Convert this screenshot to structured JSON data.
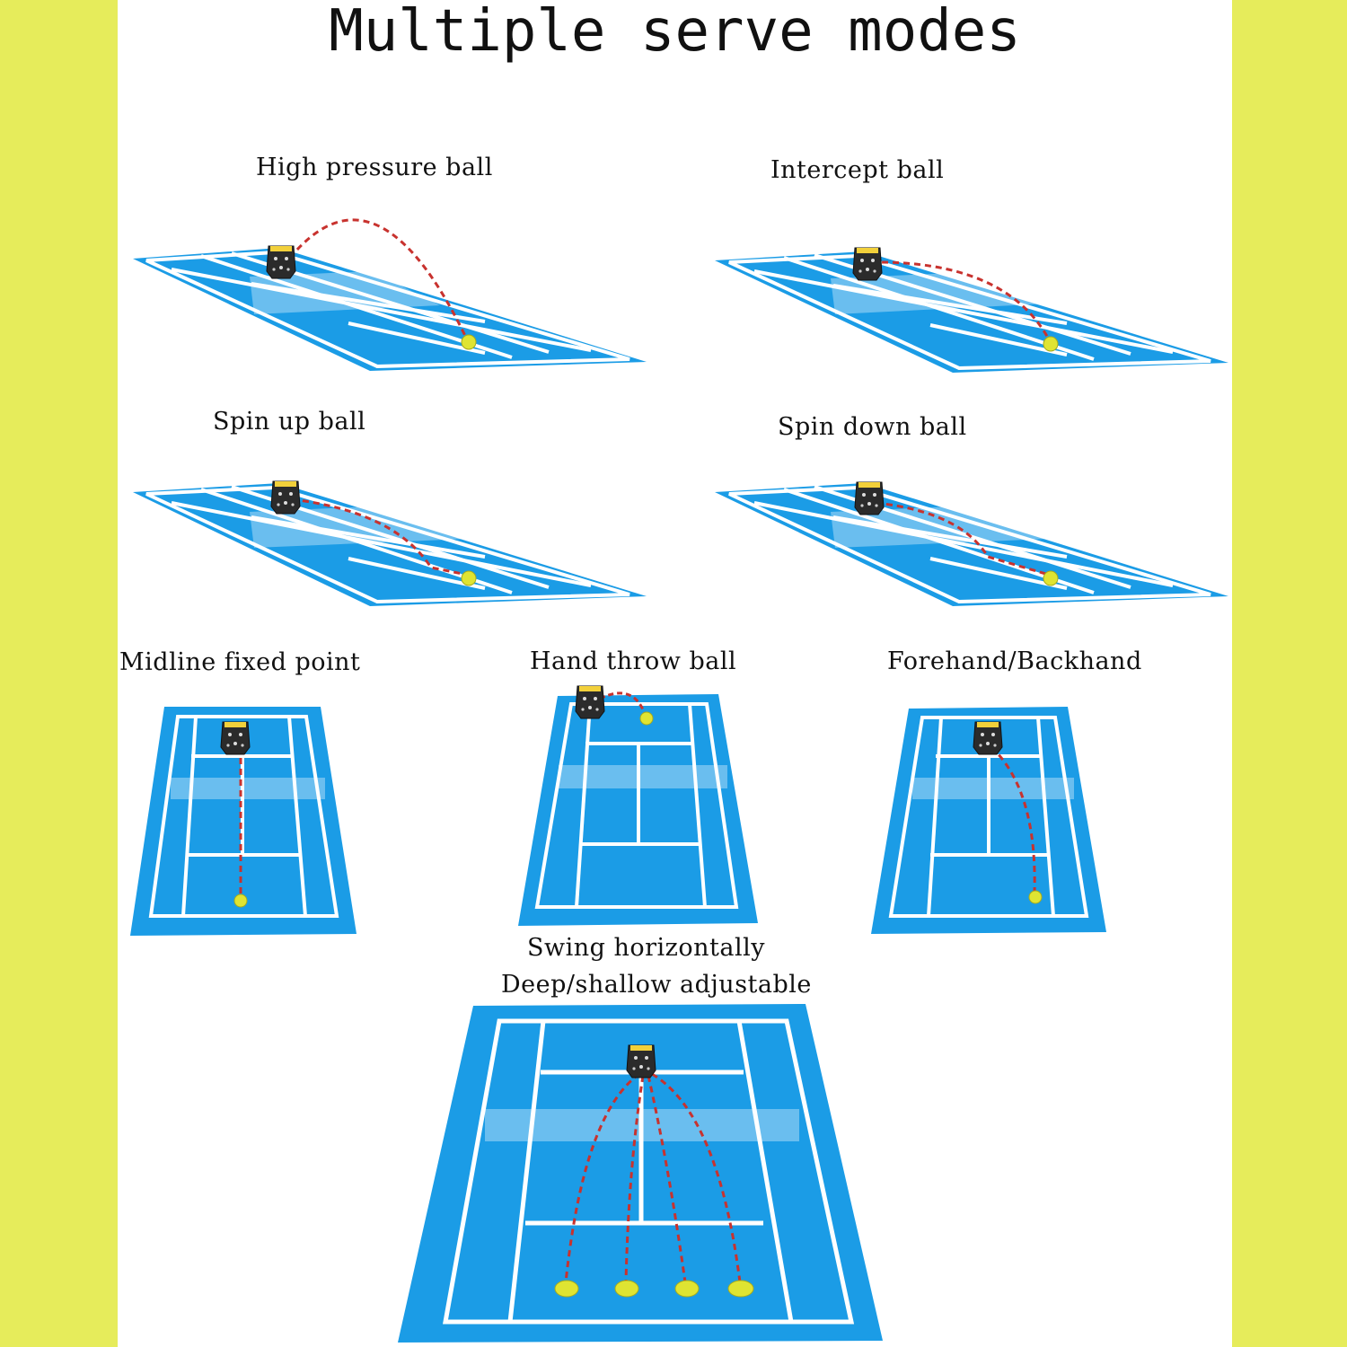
{
  "title": "Multiple serve modes",
  "colors": {
    "side_band": "#e6ec5b",
    "background": "#ffffff",
    "court": "#1b9ce6",
    "court_lines": "#ffffff",
    "trajectory": "#c8322e",
    "ball": "#dfe432",
    "machine": "#2b2b2b"
  },
  "modes": [
    {
      "id": "high-pressure",
      "label": "High pressure ball",
      "icon": "tennis-ball-machine-icon"
    },
    {
      "id": "intercept",
      "label": "Intercept ball",
      "icon": "tennis-ball-machine-icon"
    },
    {
      "id": "spin-up",
      "label": "Spin up ball",
      "icon": "tennis-ball-machine-icon"
    },
    {
      "id": "spin-down",
      "label": "Spin down ball",
      "icon": "tennis-ball-machine-icon"
    },
    {
      "id": "midline",
      "label": "Midline fixed point",
      "icon": "tennis-ball-machine-icon"
    },
    {
      "id": "hand-throw",
      "label": "Hand throw ball",
      "icon": "tennis-ball-machine-icon"
    },
    {
      "id": "forehand-backhand",
      "label": "Forehand/Backhand",
      "icon": "tennis-ball-machine-icon"
    }
  ],
  "swing": {
    "line1": "Swing horizontally",
    "line2": "Deep/shallow adjustable",
    "icon": "tennis-ball-machine-icon",
    "ball_count": 4
  }
}
